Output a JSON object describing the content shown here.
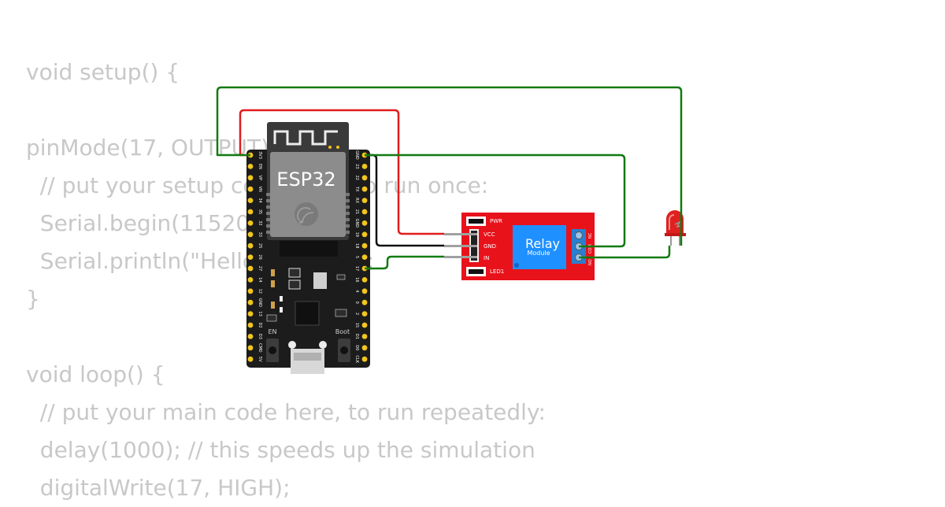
{
  "code_lines": [
    "void setup() {",
    "",
    "pinMode(17, OUTPUT);",
    "  // put your setup code here, to run once:",
    "  Serial.begin(115200);",
    "  Serial.println(\"Hello, ESP32!\");",
    "}",
    "",
    "void loop() {",
    "  // put your main code here, to run repeatedly:",
    "  delay(1000); // this speeds up the simulation",
    "  digitalWrite(17, HIGH);"
  ],
  "esp32": {
    "chip_label": "ESP32",
    "left_pins": [
      "3V3",
      "EN",
      "VP",
      "VN",
      "34",
      "35",
      "32",
      "33",
      "25",
      "26",
      "27",
      "14",
      "12",
      "GND",
      "13",
      "D2",
      "D3",
      "CMD",
      "5V"
    ],
    "right_pins": [
      "GND",
      "23",
      "22",
      "TX",
      "RX",
      "21",
      "GND",
      "19",
      "18",
      "5",
      "17",
      "16",
      "4",
      "0",
      "2",
      "15",
      "D1",
      "D0",
      "CLK"
    ],
    "en_button_label": "EN",
    "boot_button_label": "Boot"
  },
  "relay": {
    "title": "Relay",
    "subtitle": "Module",
    "pin_labels": [
      "VCC",
      "GND",
      "IN"
    ],
    "pwr_label": "PWR",
    "led_label": "LED1",
    "terminal_labels": [
      "NO",
      "COM",
      "NC"
    ]
  },
  "colors": {
    "board": "#1c1c1c",
    "relay_board": "#e8121b",
    "relay_body": "#1e90ff",
    "wire_red": "#e11c1c",
    "wire_green": "#117a11",
    "wire_black": "#111111",
    "led": "#e02020",
    "code_text": "#c8c8c8"
  }
}
